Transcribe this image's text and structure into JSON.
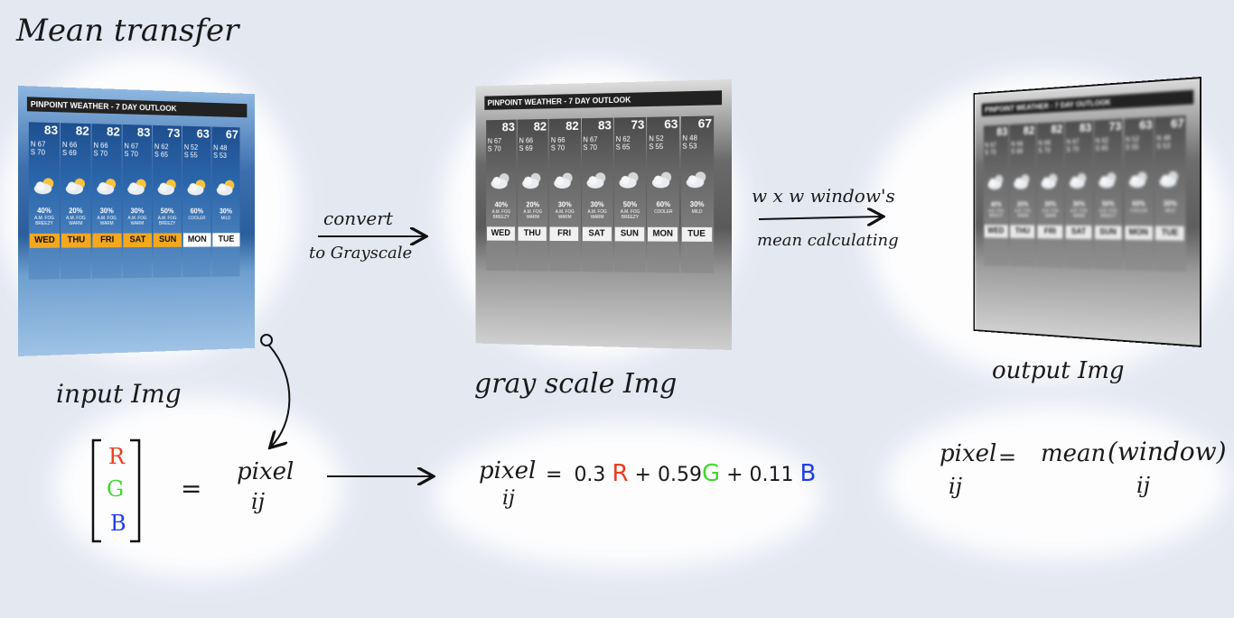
{
  "title": "Mean transfer",
  "weather": {
    "header": "PINPOINT WEATHER - 7 DAY OUTLOOK",
    "days": [
      {
        "name": "WED",
        "high": "83",
        "lows": [
          "N 67",
          "S 70"
        ],
        "pct": "40%",
        "desc": "A.M. FOG BREEZY",
        "warm": true
      },
      {
        "name": "THU",
        "high": "82",
        "lows": [
          "N 66",
          "S 69"
        ],
        "pct": "20%",
        "desc": "A.M. FOG WARM",
        "warm": true
      },
      {
        "name": "FRI",
        "high": "82",
        "lows": [
          "N 66",
          "S 70"
        ],
        "pct": "30%",
        "desc": "A.M. FOG WARM",
        "warm": true
      },
      {
        "name": "SAT",
        "high": "83",
        "lows": [
          "N 67",
          "S 70"
        ],
        "pct": "30%",
        "desc": "A.M. FOG WARM",
        "warm": true
      },
      {
        "name": "SUN",
        "high": "73",
        "lows": [
          "N 62",
          "S 65"
        ],
        "pct": "50%",
        "desc": "A.M. FOG BREEZY",
        "warm": true
      },
      {
        "name": "MON",
        "high": "63",
        "lows": [
          "N 52",
          "S 55"
        ],
        "pct": "60%",
        "desc": "COOLER",
        "warm": false
      },
      {
        "name": "TUE",
        "high": "67",
        "lows": [
          "N 48",
          "S 53"
        ],
        "pct": "30%",
        "desc": "MILD",
        "warm": false
      }
    ]
  },
  "labels": {
    "input": "input Img",
    "gray": "gray scale Img",
    "output": "output Img",
    "convert_line1": "convert",
    "convert_line2": "to Grayscale",
    "window_line1": "w x w window's",
    "window_line2": "mean calculating"
  },
  "equations": {
    "vector": [
      "R",
      "G",
      "B"
    ],
    "equals": "=",
    "pixel": "pixel",
    "ij": "ij",
    "gray_formula": {
      "eq": "=",
      "c1": "0.3",
      "v1": "R",
      "plus1": "+",
      "c2": "0.59",
      "v2": "G",
      "plus2": "+",
      "c3": "0.11",
      "v3": "B"
    },
    "mean": "mean",
    "window": "(window)"
  },
  "colors": {
    "background": "#e4e8f1",
    "red": "#ee3b1e",
    "green": "#3fd92c",
    "blue": "#1f3bf0",
    "warm_day": "#f4a81e"
  }
}
